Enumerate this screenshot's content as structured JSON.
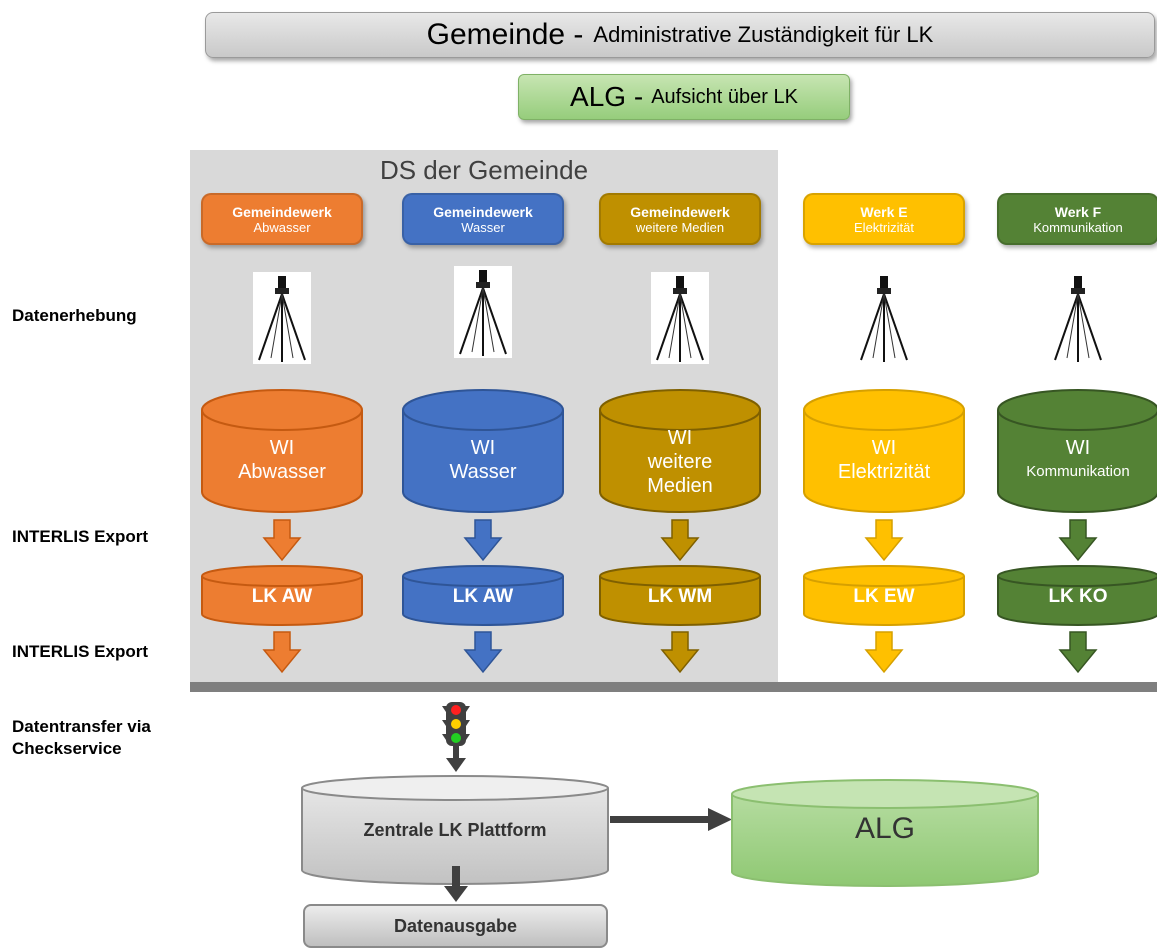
{
  "banners": {
    "gemeinde_big": "Gemeinde -",
    "gemeinde_small": "Administrative Zuständigkeit für LK",
    "alg_big": "ALG -",
    "alg_small": "Aufsicht über LK"
  },
  "ds_title": "DS der Gemeinde",
  "row_labels": {
    "datenerhebung": "Datenerhebung",
    "interlis_export_1": "INTERLIS Export",
    "interlis_export_2": "INTERLIS Export",
    "datentransfer_1": "Datentransfer via",
    "datentransfer_2": "Checkservice"
  },
  "columns": [
    {
      "werk_title": "Gemeindewerk",
      "werk_sub": "Abwasser",
      "wi_lines": [
        "WI",
        "Abwasser",
        ""
      ],
      "lk": "LK AW",
      "color": "#ed7d31",
      "dark": "#c55a11"
    },
    {
      "werk_title": "Gemeindewerk",
      "werk_sub": "Wasser",
      "wi_lines": [
        "WI",
        "Wasser",
        ""
      ],
      "lk": "LK AW",
      "color": "#4472c4",
      "dark": "#2f5597"
    },
    {
      "werk_title": "Gemeindewerk",
      "werk_sub": "weitere Medien",
      "wi_lines": [
        "WI",
        "weitere",
        "Medien"
      ],
      "lk": "LK WM",
      "color": "#bf9000",
      "dark": "#7f6000"
    },
    {
      "werk_title": "Werk E",
      "werk_sub": "Elektrizität",
      "wi_lines": [
        "WI",
        "Elektrizität",
        ""
      ],
      "lk": "LK EW",
      "color": "#ffc000",
      "dark": "#d6a000"
    },
    {
      "werk_title": "Werk F",
      "werk_sub": "Kommunikation",
      "wi_lines": [
        "WI",
        "Kommunikation",
        ""
      ],
      "lk": "LK KO",
      "color": "#548235",
      "dark": "#375623"
    }
  ],
  "platform": "Zentrale LK Plattform",
  "alg_db": "ALG",
  "datenausgabe": "Datenausgabe"
}
